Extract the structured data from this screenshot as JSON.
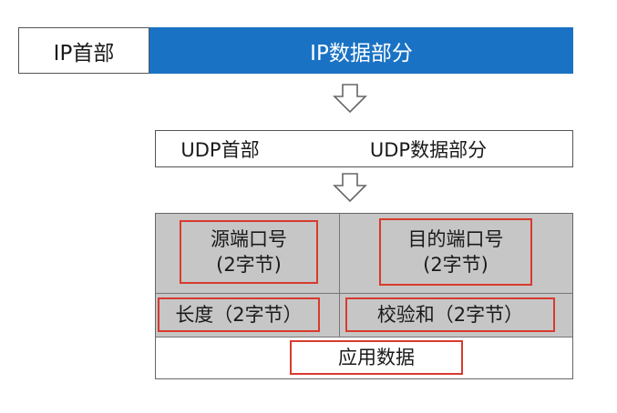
{
  "ip_packet": {
    "header_label": "IP首部",
    "data_label": "IP数据部分",
    "data_color": "#1a72c4"
  },
  "udp_packet": {
    "header_label": "UDP首部",
    "data_label": "UDP数据部分"
  },
  "arrows": [
    "down-arrow-icon",
    "down-arrow-icon"
  ],
  "udp_fields": {
    "source_port": {
      "line1": "源端口号",
      "line2": "(2字节)"
    },
    "dest_port": {
      "line1": "目的端口号",
      "line2": "(2字节)"
    },
    "length": "长度（2字节）",
    "checksum": "校验和（2字节）",
    "app_data": "应用数据"
  },
  "colors": {
    "highlight_border": "#d83a2e",
    "field_fill": "#c6c6c6"
  }
}
